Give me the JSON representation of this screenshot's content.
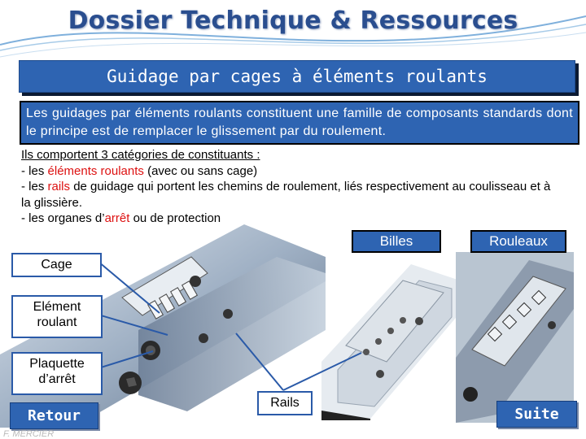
{
  "header": {
    "title": "Dossier Technique & Ressources"
  },
  "banner": {
    "text": "Guidage par cages à éléments roulants"
  },
  "intro": {
    "text": "Les guidages par éléments roulants constituent une famille de composants standards dont le principe est de remplacer le glissement par du roulement."
  },
  "content": {
    "heading": "Ils comportent 3 catégories de constituants :",
    "line1_prefix": "- les ",
    "line1_red": "éléments roulants",
    "line1_suffix": " (avec ou sans cage)",
    "line2_prefix": "- les ",
    "line2_red": "rails",
    "line2_suffix": " de guidage qui portent les chemins de roulement, liés respectivement au coulisseau et à la glissière.",
    "line3_prefix": "- les organes d’",
    "line3_red": "arrêt",
    "line3_suffix": " ou de protection"
  },
  "tags": {
    "billes": "Billes",
    "rouleaux": "Rouleaux"
  },
  "callouts": {
    "cage": "Cage",
    "element": "Elément roulant",
    "plaquette": "Plaquette d’arrêt",
    "rails": "Rails"
  },
  "nav": {
    "retour": "Retour",
    "suite": "Suite"
  },
  "author": "F. MERCIER"
}
